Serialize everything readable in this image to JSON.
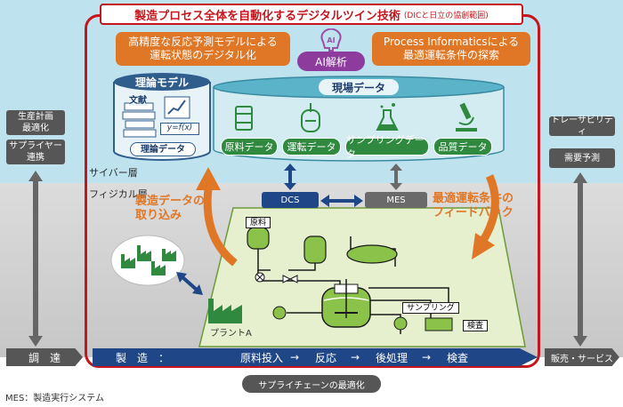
{
  "title": "製造プロセス全体を自動化するデジタルツイン技術",
  "title_note": "(DICと日立の協創範囲)",
  "top_left_box": "高精度な反応予測モデルによる\n運転状態のデジタル化",
  "top_right_box": "Process Informaticsによる\n最適運転条件の探索",
  "ai_label": "AI解析",
  "theory_model": {
    "title": "理論モデル",
    "book_label": "文献",
    "formula": "y=f(x)",
    "data_label": "理論データ"
  },
  "field_data": {
    "title": "現場データ",
    "items": [
      "原料データ",
      "運転データ",
      "サンプリングデータ",
      "品質データ"
    ]
  },
  "left_side": [
    "生産計画\n最適化",
    "サプライヤー\n連携"
  ],
  "right_side": [
    "トレーサビリティ",
    "需要予測"
  ],
  "layers": {
    "cyber": "サイバー層",
    "physical": "フィジカル層"
  },
  "dcs": "DCS",
  "mes": "MES",
  "left_arrow_text": "製造データの\n取り込み",
  "right_arrow_text": "最適運転条件の\nフィードバック",
  "plant": {
    "raw_label": "原料",
    "sampling_label": "サンプリング",
    "inspection_label": "検査",
    "plant_label": "プラントA"
  },
  "bottom_bar": {
    "procure": "調　達",
    "manufacture": "製　造　：",
    "steps": [
      "原料投入",
      "反応",
      "後処理",
      "検査"
    ],
    "arrow": "→",
    "sales": "販売・サービス"
  },
  "supply_chain": "サプライチェーンの最適化",
  "footnote": "MES：製造実行システム",
  "colors": {
    "red_frame": "#c4161c",
    "orange": "#e07726",
    "green": "#2f8a3f",
    "navy": "#1f4687"
  }
}
